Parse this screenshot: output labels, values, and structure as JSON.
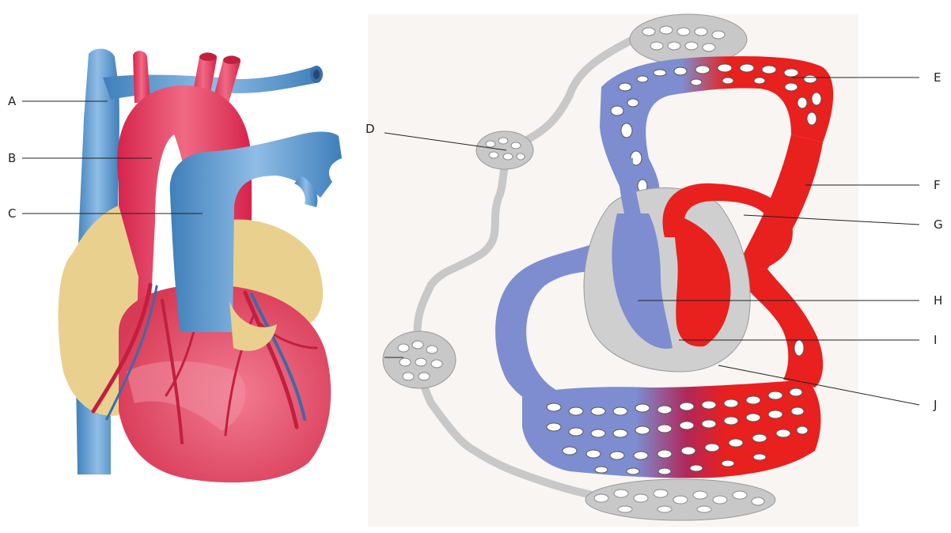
{
  "labels": {
    "A": "A",
    "B": "B",
    "C": "C",
    "D": "D",
    "E": "E",
    "F": "F",
    "G": "G",
    "H": "H",
    "I": "I",
    "J": "J"
  },
  "colors": {
    "oxygenated": "#e8201e",
    "deoxygenated": "#7d8dd0",
    "vein_blue": "#5b94c8",
    "heart_red": "#e0405a",
    "fat": "#e9c77a",
    "capillary_grey": "#cfcfcf",
    "lymph_grey": "#c8c8c8",
    "background_panel": "#f8f5f2"
  }
}
